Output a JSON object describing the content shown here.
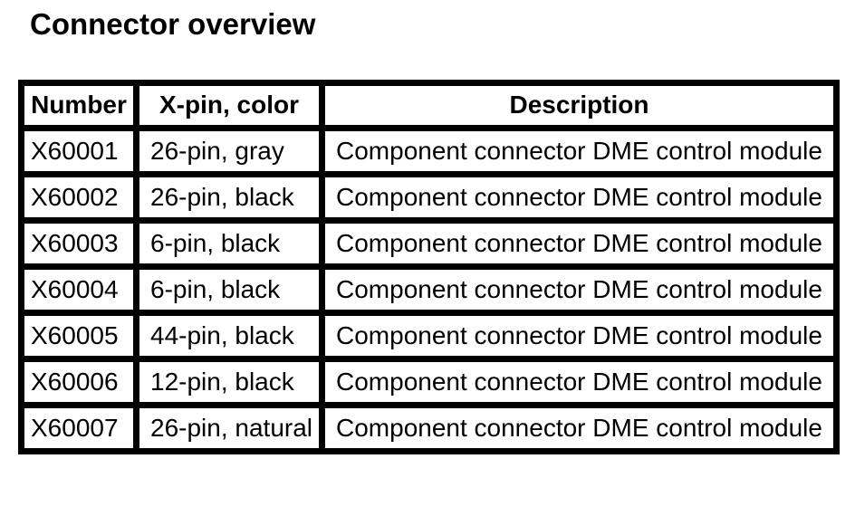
{
  "title": "Connector overview",
  "table": {
    "columns": [
      "Number",
      "X-pin, color",
      "Description"
    ],
    "rows": [
      {
        "number": "X60001",
        "pin_color": "26-pin, gray",
        "description": "Component connector DME control module"
      },
      {
        "number": "X60002",
        "pin_color": "26-pin, black",
        "description": "Component connector DME control module"
      },
      {
        "number": "X60003",
        "pin_color": "6-pin, black",
        "description": "Component connector DME control module"
      },
      {
        "number": "X60004",
        "pin_color": "6-pin, black",
        "description": "Component connector DME control module"
      },
      {
        "number": "X60005",
        "pin_color": "44-pin, black",
        "description": "Component connector DME control module"
      },
      {
        "number": "X60006",
        "pin_color": "12-pin, black",
        "description": "Component connector DME control module"
      },
      {
        "number": "X60007",
        "pin_color": "26-pin, natural",
        "description": "Component connector DME control module"
      }
    ],
    "text_color": "#000000",
    "border_color": "#000000",
    "background": "#ffffff"
  }
}
